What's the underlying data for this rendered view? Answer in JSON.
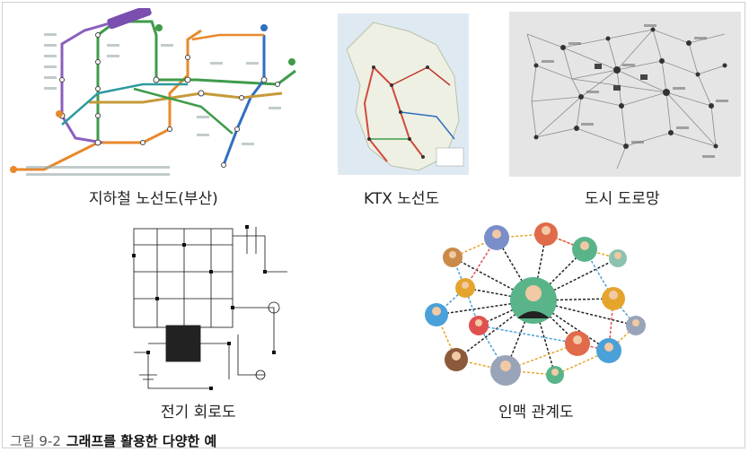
{
  "figure": {
    "number": "그림 9-2",
    "title": "그래프를 활용한 다양한 예"
  },
  "panels": [
    {
      "id": "subway",
      "caption": "지하철 노선도(부산)"
    },
    {
      "id": "ktx",
      "caption": "KTX 노선도"
    },
    {
      "id": "city-road",
      "caption": "도시 도로망"
    },
    {
      "id": "circuit",
      "caption": "전기 회로도"
    },
    {
      "id": "social",
      "caption": "인맥 관계도"
    }
  ],
  "colors": {
    "line1": "#e8892c",
    "line2": "#3f9b4a",
    "line3": "#c69a3a",
    "line4": "#2f6fbf",
    "lineP": "#8b5fbf",
    "road_bg": "#e5e5e5",
    "hub": "#2c7a8a"
  }
}
